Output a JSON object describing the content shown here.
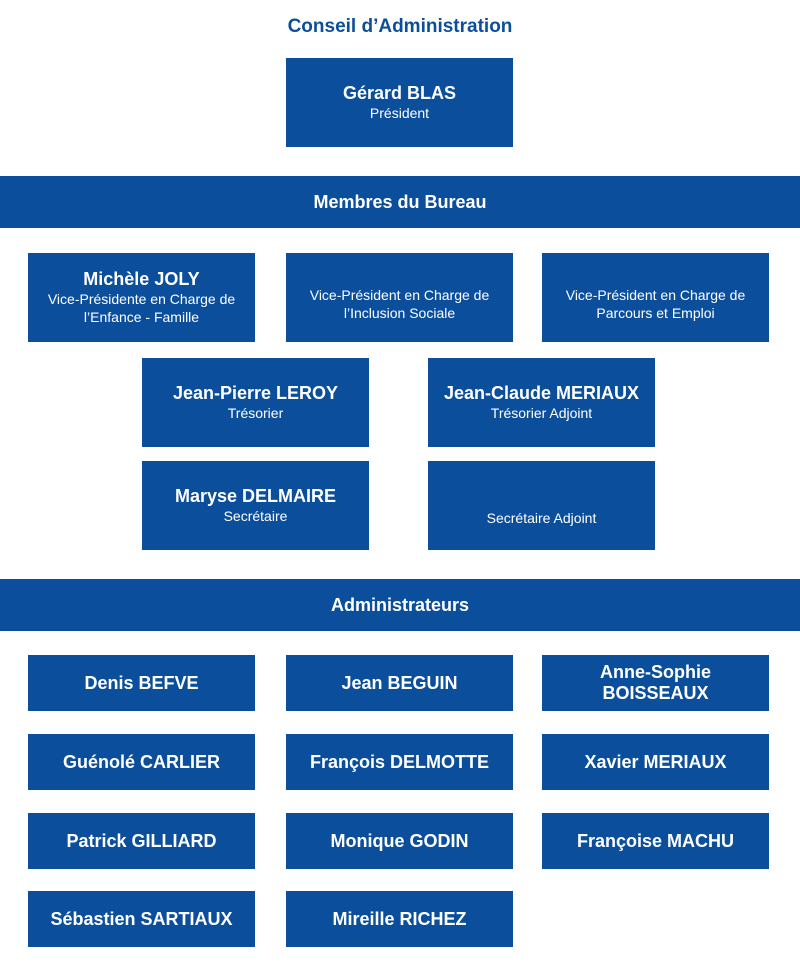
{
  "title": "Conseil d’Administration",
  "president": {
    "name": "Gérard BLAS",
    "role": "Président"
  },
  "bureau_header": "Membres du Bureau",
  "bureau": {
    "vp1": {
      "name": "Michèle JOLY",
      "role_line1": "Vice-Présidente en Charge de",
      "role_line2": "l’Enfance - Famille"
    },
    "vp2": {
      "role_line1": "Vice-Président en Charge de",
      "role_line2": "l’Inclusion Sociale"
    },
    "vp3": {
      "role_line1": "Vice-Président en Charge de",
      "role_line2": "Parcours et Emploi"
    },
    "treasurer": {
      "name": "Jean-Pierre LEROY",
      "role": "Trésorier"
    },
    "deputy_treasurer": {
      "name": "Jean-Claude MERIAUX",
      "role": "Trésorier Adjoint"
    },
    "secretary": {
      "name": "Maryse DELMAIRE",
      "role": "Secrétaire"
    },
    "deputy_secretary": {
      "role": "Secrétaire Adjoint"
    }
  },
  "admins_header": "Administrateurs",
  "administrators": [
    "Denis BEFVE",
    "Jean BEGUIN",
    "Anne-Sophie BOISSEAUX",
    "Guénolé CARLIER",
    "François DELMOTTE",
    "Xavier MERIAUX",
    "Patrick GILLIARD",
    "Monique GODIN",
    "Françoise MACHU",
    "Sébastien SARTIAUX",
    "Mireille RICHEZ"
  ],
  "colors": {
    "primary": "#0b4f9c",
    "background": "#ffffff",
    "text_on_primary": "#ffffff"
  }
}
